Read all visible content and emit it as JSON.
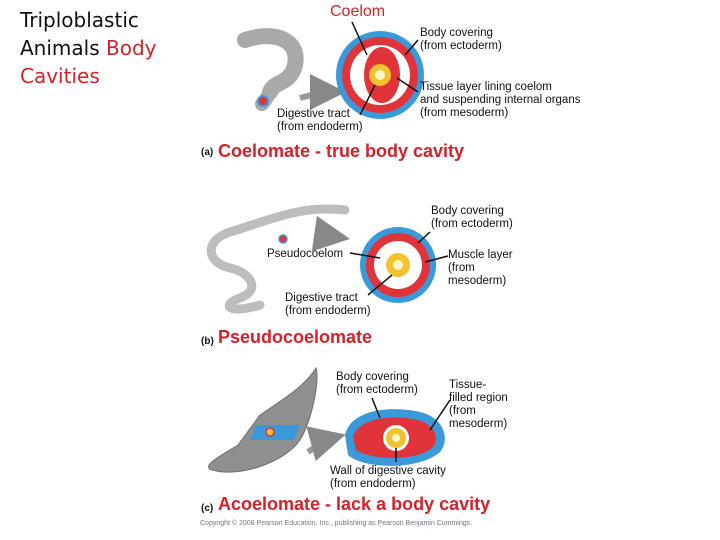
{
  "title": {
    "line1": "Triploblastic",
    "line2a": "Animals ",
    "line2b": "Body",
    "line3": "Cavities"
  },
  "panel_a": {
    "tag": "(a)",
    "heading": "Coelomate - true body cavity",
    "label_coelom": "Coelom",
    "label_body_covering": [
      "Body covering",
      "(from ectoderm)"
    ],
    "label_tissue_layer": [
      "Tissue layer lining coelom",
      "and suspending internal organs",
      "(from mesoderm)"
    ],
    "label_digestive": [
      "Digestive tract",
      "(from endoderm)"
    ]
  },
  "panel_b": {
    "tag": "(b)",
    "heading": "Pseudocoelomate",
    "label_body_covering": [
      "Body covering",
      "(from ectoderm)"
    ],
    "label_pseudocoelom": "Pseudocoelom",
    "label_muscle": [
      "Muscle layer",
      "(from",
      "mesoderm)"
    ],
    "label_digestive": [
      "Digestive tract",
      "(from endoderm)"
    ]
  },
  "panel_c": {
    "tag": "(c)",
    "heading": "Acoelomate - lack a body cavity",
    "label_body_covering": [
      "Body covering",
      "(from ectoderm)"
    ],
    "label_tissue": [
      "Tissue-",
      "filled region",
      "(from",
      "mesoderm)"
    ],
    "label_wall": [
      "Wall of digestive cavity",
      "(from endoderm)"
    ]
  },
  "copyright": "Copyright © 2008 Pearson Education, Inc., publishing as Pearson Benjamin Cummings.",
  "colors": {
    "accent": "#d4222a",
    "ectoderm": "#3a9ad9",
    "mesoderm": "#e0343a",
    "endoderm": "#f2c230",
    "cavity": "#ffffff",
    "worm": "#b8b8b8"
  }
}
